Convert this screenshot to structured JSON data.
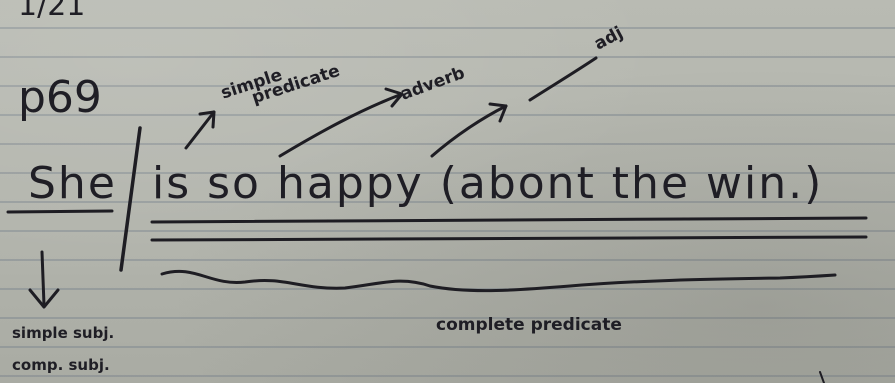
{
  "notes": {
    "date_fragment": "1/21",
    "page_number": "p69",
    "sentence": {
      "subject": "She",
      "predicate": "is so happy (abont the win.)"
    },
    "annotations": {
      "simple_predicate_line1": "simple",
      "simple_predicate_line2": "predicate",
      "adverb": "adverb",
      "adjective": "adj",
      "simple_subject": "simple subj.",
      "complete_subject": "comp. subj.",
      "complete_predicate": "complete predicate"
    },
    "colors": {
      "paper": "#b5b7af",
      "rule_line": "#78828c",
      "ink": "#1e1d23"
    }
  }
}
